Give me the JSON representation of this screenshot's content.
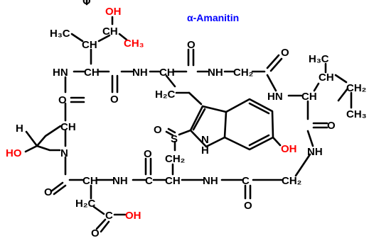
{
  "title": "α-Amanitin",
  "colors": {
    "bond": "#000000",
    "atom": "#000000",
    "highlight": "#ff0000",
    "title": "#0000ff"
  },
  "labels": {
    "o_top": "O",
    "oh_top": "OH",
    "h3c_top": "H₃C",
    "ch_top": "CH",
    "ch_branch": "CH",
    "ch3_red": "CH₃",
    "hn_left": "HN",
    "ch_a": "CH",
    "o_a": "O",
    "nh_a": "NH",
    "ch_b": "CH",
    "o_b": "O",
    "nh_b": "NH",
    "ch2_b": "CH₂",
    "o_gly": "O",
    "h3c_right": "H₃C",
    "ch_right": "CH",
    "ch2_right": "CH₂",
    "ch3_right": "CH₃",
    "o_left": "O",
    "h2c_trp": "H₂C",
    "hn_right": "HN",
    "ch_r": "CH",
    "ch_pro": "CH",
    "h_pro": "H",
    "o_s": "O",
    "s_atom": "S",
    "o_r": "O",
    "ho_pro": "HO",
    "n_pro": "N",
    "n_indole": "N",
    "h_indole": "H",
    "oh_indole": "OH",
    "nh_r": "NH",
    "o_cys": "O",
    "ch2_cys": "CH₂",
    "o_bot": "O",
    "ch_bot": "CH",
    "nh_bot1": "NH",
    "c_bot": "C",
    "ch_cys": "CH",
    "nh_bot2": "NH",
    "c_bot2": "C",
    "ch2_bot": "CH₂",
    "h2c_asp": "H₂C",
    "c_asp": "C",
    "oh_asp": "OH",
    "o_bot2": "O",
    "o_asp": "O"
  }
}
